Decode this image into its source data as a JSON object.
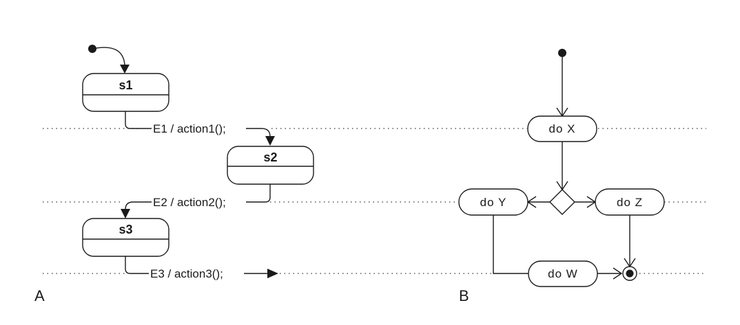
{
  "panels": {
    "a": "A",
    "b": "B"
  },
  "state_machine": {
    "states": [
      "s1",
      "s2",
      "s3"
    ],
    "transitions": [
      {
        "label": "E1 / action1();"
      },
      {
        "label": "E2 / action2();"
      },
      {
        "label": "E3 / action3();"
      }
    ]
  },
  "activity": {
    "actions": {
      "x": "do X",
      "y": "do Y",
      "z": "do Z",
      "w": "do W"
    }
  }
}
